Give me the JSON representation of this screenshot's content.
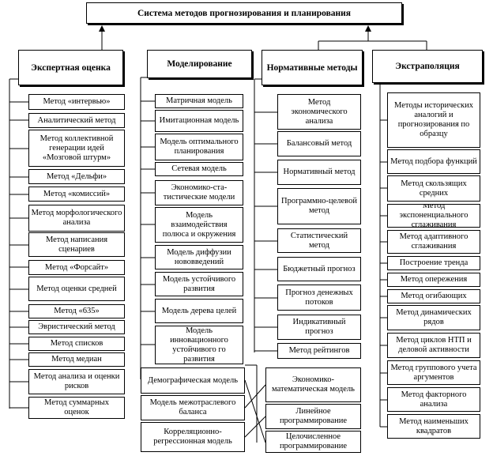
{
  "title": "Система методов прогнозирования и планирования",
  "expert": {
    "header": "Экспертная оценка",
    "items": [
      "Метод «интервью»",
      "Аналитический метод",
      "Метод коллективной генерации идей «Мозговой штурм»",
      "Метод «Дельфи»",
      "Метод «комиссий»",
      "Метод морфологического анализа",
      "Метод написания сценариев",
      "Метод «Форсайт»",
      "Метод оценки средней",
      "Метод «635»",
      "Эвристический метод",
      "Метод списков",
      "Метод медиан",
      "Метод анализа и оценки рисков",
      "Метод суммарных оценок"
    ]
  },
  "modeling": {
    "header": "Моделирование",
    "items": [
      "Матричная модель",
      "Имитационная модель",
      "Модель оптимального планирования",
      "Сетевая модель",
      "Экономико-ста-тистические модели",
      "Модель взаимодействия полюса и окружения",
      "Модель диффузии нововведений",
      "Модель устойчивого развития",
      "Модель дерева целей",
      "Модель инновационного устойчивого го развития"
    ],
    "extra": [
      "Демографическая модель",
      "Модель межотраслевого баланса",
      "Корреляционно-регрессионная модель"
    ]
  },
  "normative": {
    "header": "Нормативные методы",
    "items": [
      "Метод экономического анализа",
      "Балансовый метод",
      "Нормативный метод",
      "Программно-целевой метод",
      "Статистический метод",
      "Бюджетный прогноз",
      "Прогноз денежных потоков",
      "Индикативный прогноз",
      "Метод рейтингов"
    ],
    "extra": [
      "Экономико-математическая модель",
      "Линейное программирование",
      "Целочисленное программирование"
    ]
  },
  "extrapolation": {
    "header": "Экстраполяция",
    "items": [
      "Методы исторических аналогий и прогнозирования по образцу",
      "Метод подбора функций",
      "Метод скользящих средних",
      "Метод экспоненциального сглаживания",
      "Метод адаптивного сглаживания",
      "Построение тренда",
      "Метод опережения",
      "Метод огибающих",
      "Метод динамических рядов",
      "Метод циклов НТП и деловой активности",
      "Метод группового учета аргументов",
      "Метод факторного анализа",
      "Метод наименьших квадратов"
    ]
  }
}
